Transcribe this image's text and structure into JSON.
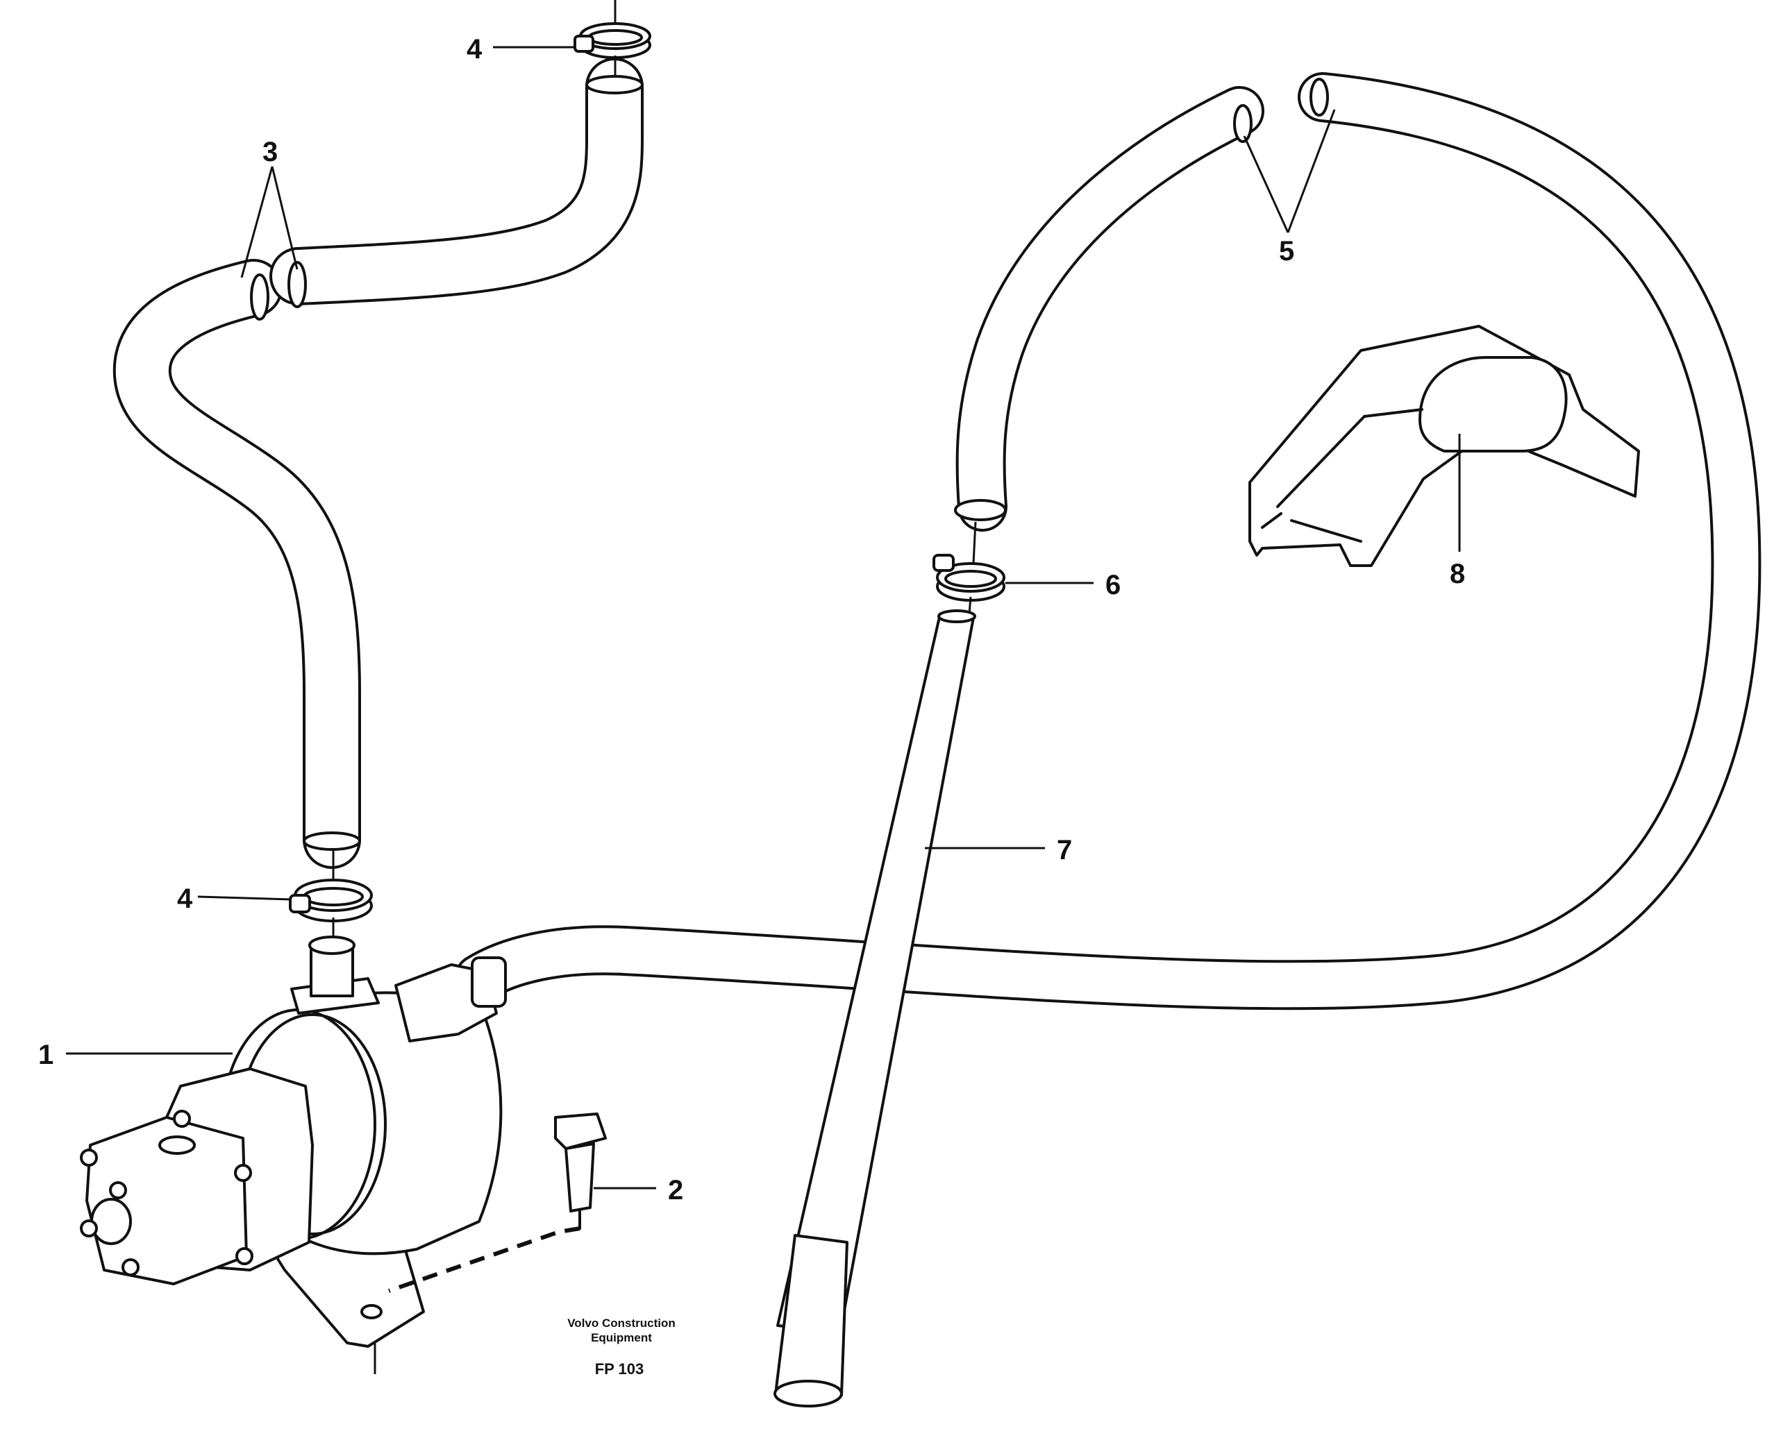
{
  "callouts": {
    "c1": "1",
    "c2": "2",
    "c3": "3",
    "c4a": "4",
    "c4b": "4",
    "c5": "5",
    "c6": "6",
    "c7": "7",
    "c8": "8"
  },
  "footer": {
    "company_line1": "Volvo Construction",
    "company_line2": "Equipment",
    "figure_code": "FP 103"
  }
}
